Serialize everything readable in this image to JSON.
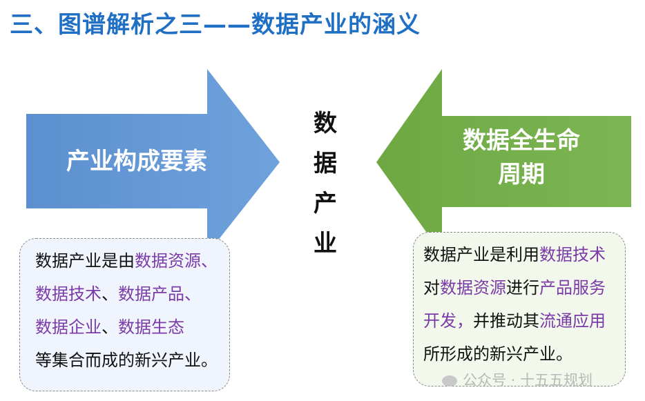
{
  "title": "三、图谱解析之三——数据产业的涵义",
  "left_arrow": {
    "label": "产业构成要素",
    "color": "#6a9cd6"
  },
  "right_arrow": {
    "label_line1": "数据全生命",
    "label_line2": "周期",
    "color": "#74b04a"
  },
  "center": {
    "chars": [
      "数",
      "据",
      "产",
      "业"
    ]
  },
  "left_box": {
    "line1_a": "数据产业是由",
    "line1_b": "数据资源、",
    "line2_a": "数据技术",
    "line2_b": "、",
    "line2_c": "数据产品、",
    "line3_a": "数据企业",
    "line3_b": "、",
    "line3_c": "数据生态",
    "line4": "等集合而成的新兴产业。"
  },
  "right_box": {
    "line1_a": "数据产业是利用",
    "line1_b": "数据技术",
    "line2_a": "对",
    "line2_b": "数据资源",
    "line2_c": "进行",
    "line2_d": "产品服务",
    "line3_a": "开发，",
    "line3_b": "并推动其",
    "line3_c": "流通应用",
    "line4": "所形成的新兴产业。"
  },
  "watermark": {
    "text": "公众号 · 十五五规划",
    "icon": "wechat-icon"
  },
  "colors": {
    "title": "#1f6fc4",
    "highlight": "#7a3aa8"
  }
}
